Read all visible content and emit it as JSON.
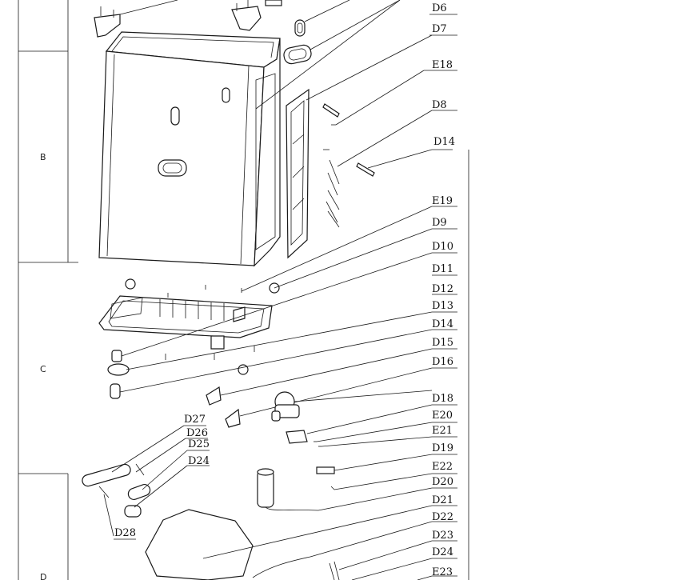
{
  "zones": [
    "B",
    "C",
    "D"
  ],
  "callouts_right": [
    "D6",
    "D7",
    "E18",
    "D8",
    "D14",
    "E19",
    "D9",
    "D10",
    "D11",
    "D12",
    "D13",
    "D14",
    "D15",
    "D16",
    "D18",
    "E20",
    "E21",
    "D19",
    "E22",
    "D20",
    "D21",
    "D22",
    "D23",
    "D24",
    "E23"
  ],
  "callouts_left": [
    "D27",
    "D26",
    "D25",
    "D24",
    "D28"
  ]
}
